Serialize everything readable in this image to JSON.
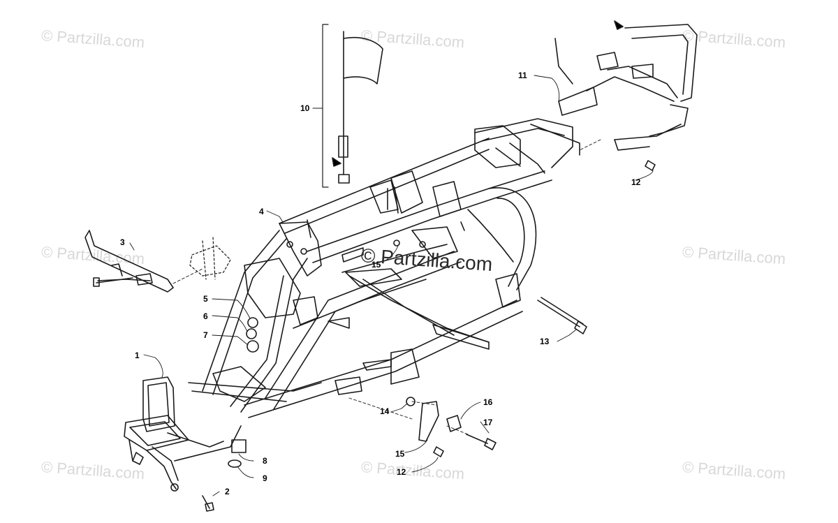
{
  "watermarks": {
    "text": "© Partzilla.com",
    "center_text": "© Partzilla.com"
  },
  "callouts": {
    "c1": "1",
    "c2": "2",
    "c3": "3",
    "c4": "4",
    "c5": "5",
    "c6": "6",
    "c7": "7",
    "c8": "8",
    "c9": "9",
    "c10": "10",
    "c11": "11",
    "c12a": "12",
    "c12b": "12",
    "c13": "13",
    "c14": "14",
    "c15a": "15",
    "c15b": "15",
    "c16": "16",
    "c17": "17"
  }
}
